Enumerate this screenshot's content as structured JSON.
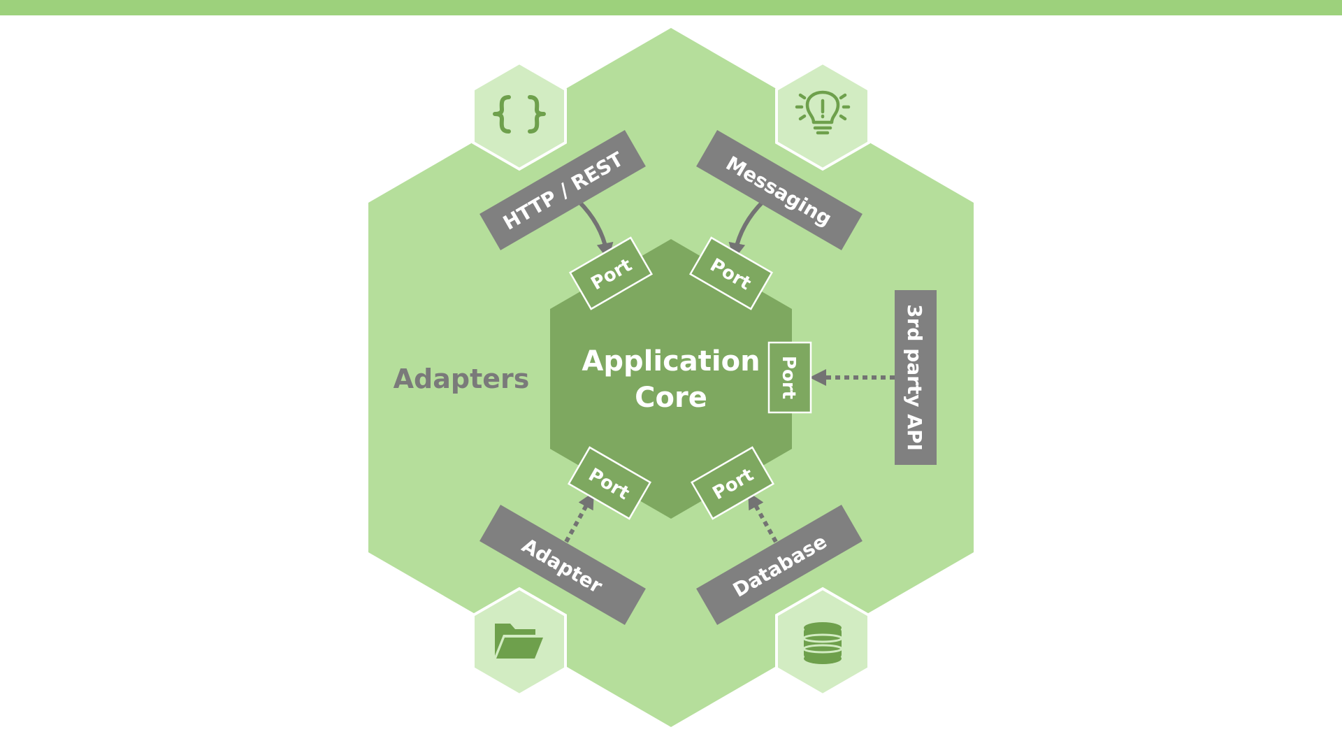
{
  "colors": {
    "top_bar": "#9dd17c",
    "outer_hex": "#b5de9b",
    "icon_hex": "#d2ecc2",
    "core_hex": "#7ea860",
    "adapter_box": "#808080",
    "port_box": "#7ea860",
    "arrow": "#737373",
    "icon_stroke": "#6ea04c",
    "adapters_label": "#7a7a7a"
  },
  "core": {
    "line1": "Application",
    "line2": "Core"
  },
  "adapters_label": "Adapters",
  "ports": {
    "top_left": "Port",
    "top_right": "Port",
    "right": "Port",
    "bottom_left": "Port",
    "bottom_right": "Port"
  },
  "adapters": {
    "http_rest": "HTTP / REST",
    "messaging": "Messaging",
    "third_party": "3rd party API",
    "adapter": "Adapter",
    "database": "Database"
  },
  "icons": {
    "top_left": "curly-braces-icon",
    "top_right": "lightbulb-icon",
    "bottom_left": "folder-icon",
    "bottom_right": "database-icon"
  }
}
